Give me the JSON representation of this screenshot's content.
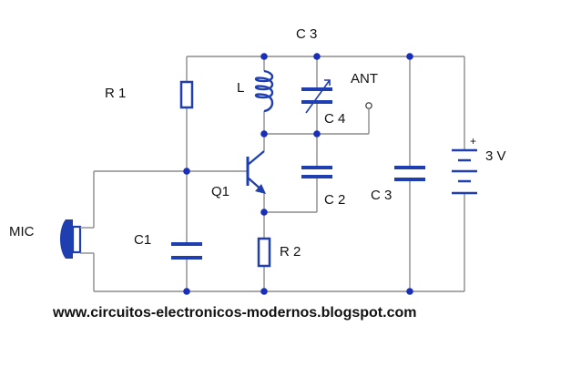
{
  "labels": {
    "r1": "R 1",
    "l": "L",
    "c3_top": "C 3",
    "ant": "ANT",
    "c4": "C 4",
    "q1": "Q1",
    "c2": "C 2",
    "c3_mid": "C 3",
    "v3": "3 V",
    "mic": "MIC",
    "c1": "C1",
    "r2": "R 2",
    "plus": "+"
  },
  "footer": {
    "url": "www.circuitos-electronicos-modernos.blogspot.com"
  },
  "colors": {
    "wire": "#8c8c8c",
    "node": "#1a2fb8",
    "component": "#1f3fb0",
    "text": "#111111"
  }
}
